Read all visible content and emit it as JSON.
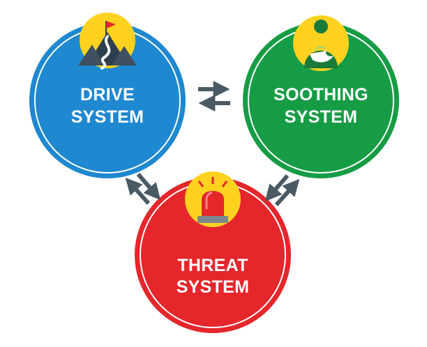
{
  "nodes": {
    "drive": {
      "line1": "DRIVE",
      "line2": "SYSTEM",
      "color": "#1e88d0",
      "icon": "mountain-flag-icon"
    },
    "soothing": {
      "line1": "SOOTHING",
      "line2": "SYSTEM",
      "color": "#169c45",
      "icon": "person-dove-icon"
    },
    "threat": {
      "line1": "THREAT",
      "line2": "SYSTEM",
      "color": "#e5262b",
      "icon": "siren-icon"
    }
  },
  "colors": {
    "badge": "#ffd21f",
    "arrow": "#4a5a64",
    "ring": "#ffffff"
  },
  "edges": [
    {
      "from": "drive",
      "to": "soothing",
      "type": "bidirectional"
    },
    {
      "from": "drive",
      "to": "threat",
      "type": "bidirectional"
    },
    {
      "from": "soothing",
      "to": "threat",
      "type": "bidirectional"
    }
  ]
}
